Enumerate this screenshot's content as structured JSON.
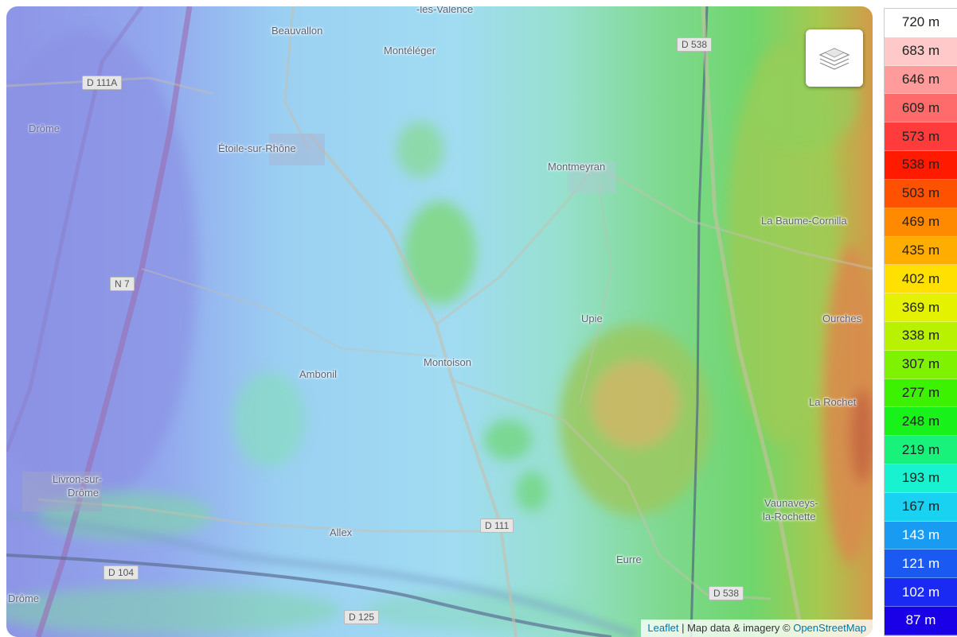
{
  "map": {
    "places": [
      {
        "id": "valence",
        "label": "-lès-Valence"
      },
      {
        "id": "beauvallon",
        "label": "Beauvallon"
      },
      {
        "id": "monteleger",
        "label": "Montéléger"
      },
      {
        "id": "drome-top",
        "label": "Drôme"
      },
      {
        "id": "etoile",
        "label": "Étoile-sur-Rhône"
      },
      {
        "id": "montmeyran",
        "label": "Montmeyran"
      },
      {
        "id": "baume",
        "label": "La Baume-Cornilla"
      },
      {
        "id": "upie",
        "label": "Upie"
      },
      {
        "id": "ourches",
        "label": "Ourches"
      },
      {
        "id": "montoison",
        "label": "Montoison"
      },
      {
        "id": "ambonil",
        "label": "Ambonil"
      },
      {
        "id": "larochet",
        "label": "La Rochet"
      },
      {
        "id": "livron1",
        "label": "Livron-sur-"
      },
      {
        "id": "livron2",
        "label": "Drôme"
      },
      {
        "id": "vaunaveys1",
        "label": "Vaunaveys-"
      },
      {
        "id": "vaunaveys2",
        "label": "la-Rochette"
      },
      {
        "id": "allex",
        "label": "Allex"
      },
      {
        "id": "eurre",
        "label": "Eurre"
      },
      {
        "id": "drome-bottom",
        "label": "Drôme"
      }
    ],
    "roads": [
      {
        "id": "d538-top",
        "label": "D 538"
      },
      {
        "id": "d111a",
        "label": "D 111A"
      },
      {
        "id": "n7",
        "label": "N 7"
      },
      {
        "id": "d111",
        "label": "D 111"
      },
      {
        "id": "d104",
        "label": "D 104"
      },
      {
        "id": "d538-bottom",
        "label": "D 538"
      },
      {
        "id": "d125",
        "label": "D 125"
      }
    ],
    "layers_icon": "layers-icon",
    "attribution": {
      "leaflet": "Leaflet",
      "separator": " | Map data & imagery © ",
      "osm": "OpenStreetMap"
    }
  },
  "legend": {
    "items": [
      {
        "label": "720 m",
        "color": "#ffffff"
      },
      {
        "label": "683 m",
        "color": "#ffc9c9"
      },
      {
        "label": "646 m",
        "color": "#ff9b9b"
      },
      {
        "label": "609 m",
        "color": "#ff6b6b"
      },
      {
        "label": "573 m",
        "color": "#ff3b3b"
      },
      {
        "label": "538 m",
        "color": "#ff1a00"
      },
      {
        "label": "503 m",
        "color": "#ff5200"
      },
      {
        "label": "469 m",
        "color": "#ff8a00"
      },
      {
        "label": "435 m",
        "color": "#ffae00"
      },
      {
        "label": "402 m",
        "color": "#ffe000"
      },
      {
        "label": "369 m",
        "color": "#e4f200"
      },
      {
        "label": "338 m",
        "color": "#b8f200"
      },
      {
        "label": "307 m",
        "color": "#7ef200"
      },
      {
        "label": "277 m",
        "color": "#3cf200"
      },
      {
        "label": "248 m",
        "color": "#19f21a"
      },
      {
        "label": "219 m",
        "color": "#19f27a"
      },
      {
        "label": "193 m",
        "color": "#19f2d0"
      },
      {
        "label": "167 m",
        "color": "#19d2f2"
      },
      {
        "label": "143 m",
        "color": "#1a9bf2"
      },
      {
        "label": "121 m",
        "color": "#1a5af2"
      },
      {
        "label": "102 m",
        "color": "#1a2af2"
      },
      {
        "label": "87 m",
        "color": "#1a00e6"
      }
    ]
  }
}
